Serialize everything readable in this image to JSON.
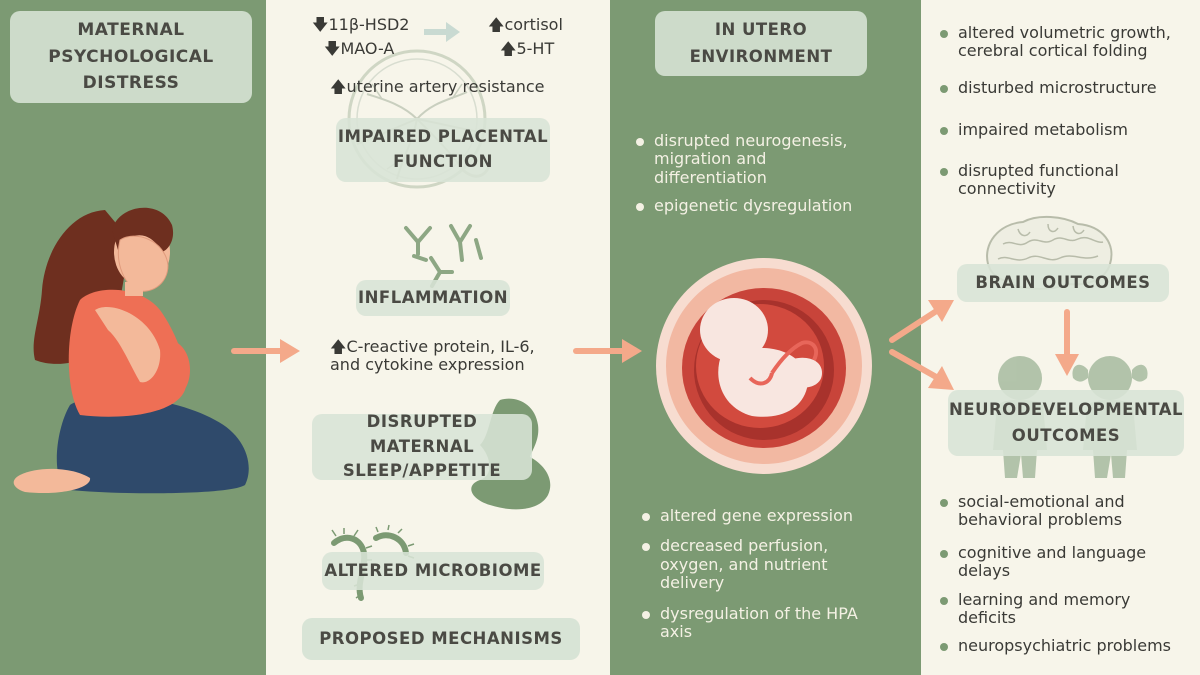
{
  "colors": {
    "sage": "#7c9a73",
    "cream": "#f7f5ea",
    "label_bg": "#d8e4d6",
    "arrow": "#f4a98a",
    "womb_outer": "#f2c4b0",
    "womb_inner": "#c8443a",
    "fetus": "#f8e6e0"
  },
  "icons": [
    "arrow-down-icon",
    "arrow-up-icon",
    "arrow-right-icon",
    "placenta-icon",
    "antibody-icon",
    "pregnant-silhouette-icon",
    "bacteria-icon",
    "fetus-in-womb-icon",
    "brain-icon",
    "children-silhouette-icon",
    "woman-distressed-icon"
  ],
  "col_a": {
    "title_lines": [
      "MATERNAL",
      "PSYCHOLOGICAL",
      "DISTRESS"
    ]
  },
  "col_b": {
    "hsd2": "11β-HSD2",
    "maoa": "MAO-A",
    "cortisol": "cortisol",
    "serotonin": "5-HT",
    "uterine": "uterine artery resistance",
    "placental_lines": [
      "IMPAIRED PLACENTAL",
      "FUNCTION"
    ],
    "inflammation": "INFLAMMATION",
    "crp_lines": [
      "C-reactive protein, IL-6,",
      "and cytokine expression"
    ],
    "sleep_lines": [
      "DISRUPTED MATERNAL",
      "SLEEP/APPETITE"
    ],
    "microbiome": "ALTERED MICROBIOME",
    "proposed": "PROPOSED MECHANISMS"
  },
  "col_c": {
    "title_lines": [
      "IN UTERO",
      "ENVIRONMENT"
    ],
    "top_bullets": [
      [
        "disrupted neurogenesis,",
        "migration and",
        "differentiation"
      ],
      [
        "epigenetic dysregulation"
      ]
    ],
    "bottom_bullets": [
      [
        "altered gene expression"
      ],
      [
        "decreased perfusion,",
        "oxygen, and nutrient",
        "delivery"
      ],
      [
        "dysregulation of the HPA",
        "axis"
      ]
    ]
  },
  "col_d": {
    "brain_bullets": [
      [
        "altered volumetric growth,",
        "cerebral cortical folding"
      ],
      [
        "disturbed microstructure"
      ],
      [
        "impaired metabolism"
      ],
      [
        "disrupted functional",
        "connectivity"
      ]
    ],
    "brain_outcomes": "BRAIN OUTCOMES",
    "neuro_lines": [
      "NEURODEVELOPMENTAL",
      "OUTCOMES"
    ],
    "neuro_bullets": [
      [
        "social-emotional and",
        "behavioral problems"
      ],
      [
        "cognitive and language",
        "delays"
      ],
      [
        "learning and memory",
        "deficits"
      ],
      [
        "neuropsychiatric problems"
      ]
    ]
  }
}
